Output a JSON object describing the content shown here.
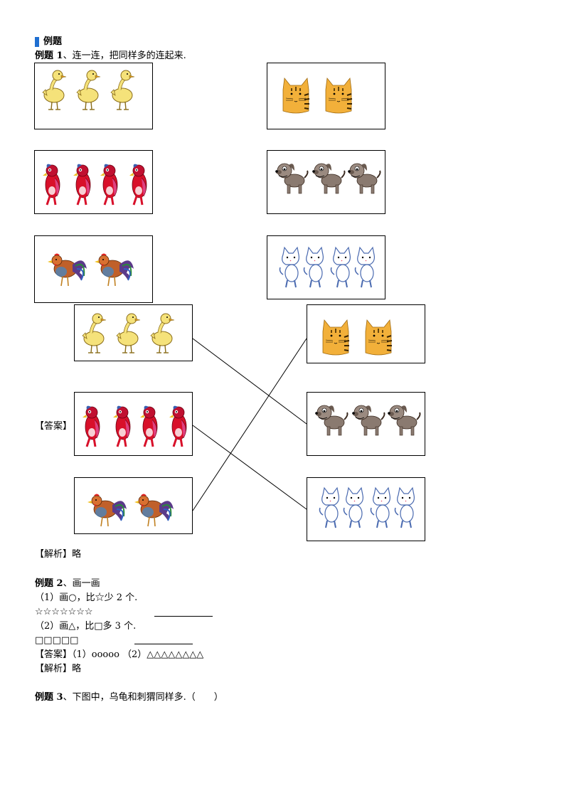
{
  "section": {
    "title": "例题"
  },
  "example1": {
    "label": "例题 1",
    "prompt": "、连一连，把同样多的连起来.",
    "left_boxes": [
      {
        "animal": "duck",
        "count": 3
      },
      {
        "animal": "parrot",
        "count": 4
      },
      {
        "animal": "rooster",
        "count": 2
      }
    ],
    "right_boxes": [
      {
        "animal": "tiger",
        "count": 2
      },
      {
        "animal": "dog",
        "count": 3
      },
      {
        "animal": "cat",
        "count": 4
      }
    ],
    "answer_label": "【答案】",
    "analysis": "【解析】略"
  },
  "example2": {
    "label": "例题 2",
    "prompt": "、画一画",
    "q1": "（1）画○，比☆少 2 个.",
    "q1_stars": "☆☆☆☆☆☆☆",
    "q2": "（2）画△，比□多 3 个.",
    "q2_squares": "□□□□□",
    "answer": "【答案】（1）ooooo （2）△△△△△△△△",
    "analysis": "【解析】略"
  },
  "example3": {
    "label": "例题 3",
    "prompt": "、下图中，乌龟和刺猬同样多.（　　）"
  }
}
